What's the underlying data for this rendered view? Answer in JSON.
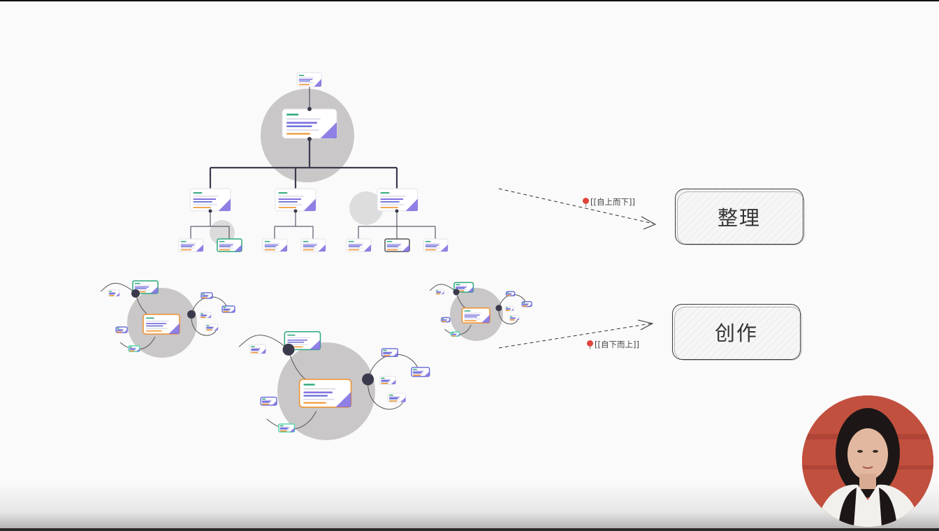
{
  "labels": {
    "organize": "整理",
    "create": "创作",
    "top_down_link": "[[自上而下]]",
    "bottom_up_link": "[[自下而上]]"
  },
  "colors": {
    "background": "#fbfafa",
    "node_circle": "#c9c7c8",
    "tree_line": "#3b3a4d",
    "card_purple": "#7b6ae0",
    "card_green": "#2aa87a",
    "card_orange": "#f0902a",
    "card_mint": "#57d6b0",
    "card_blue": "#6c74d8",
    "webcam_bg": "#c2503f"
  },
  "icons": {
    "pin": "pin-icon",
    "arrow": "arrow-icon"
  }
}
